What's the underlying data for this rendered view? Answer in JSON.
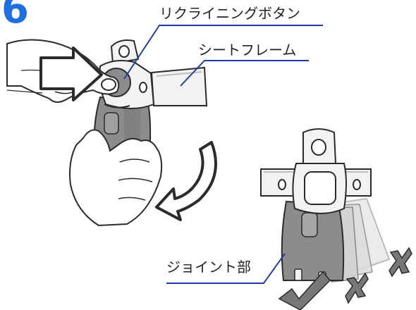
{
  "step": {
    "number": "6"
  },
  "labels": {
    "recline_button": "リクライニングボタン",
    "seat_frame": "シートフレーム",
    "joint": "ジョイント部"
  },
  "colors": {
    "step_number": "#1f6fe0",
    "leader_line": "#1e3ea8",
    "outline": "#2b2b2b",
    "joint_fill": "#8c8c8c",
    "frame_fill": "#f2f2f2",
    "ghost_fill": "#d9d9d9",
    "mark_fill": "#777777"
  },
  "icons": {
    "push_arrow": "push-arrow-icon",
    "rotate_arrow": "rotate-arrow-icon",
    "ok_mark": "check-mark-icon",
    "ng_mark": "cross-mark-icon"
  }
}
